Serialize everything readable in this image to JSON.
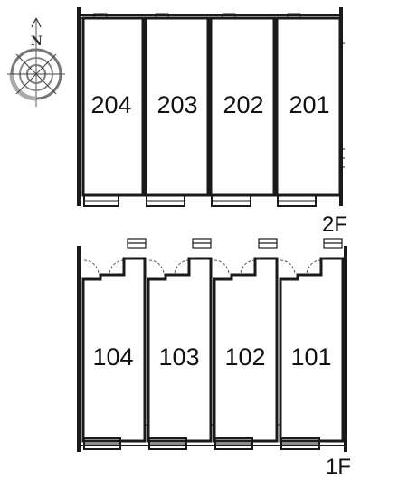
{
  "compass": {
    "north_label": "N",
    "icon": "compass-rose-icon"
  },
  "floors": [
    {
      "label": "2F",
      "units": [
        "204",
        "203",
        "202",
        "201"
      ]
    },
    {
      "label": "1F",
      "units": [
        "104",
        "103",
        "102",
        "101"
      ]
    }
  ],
  "colors": {
    "wall": "#1a1a1a",
    "dashed": "#555555",
    "compass": "#666666"
  }
}
